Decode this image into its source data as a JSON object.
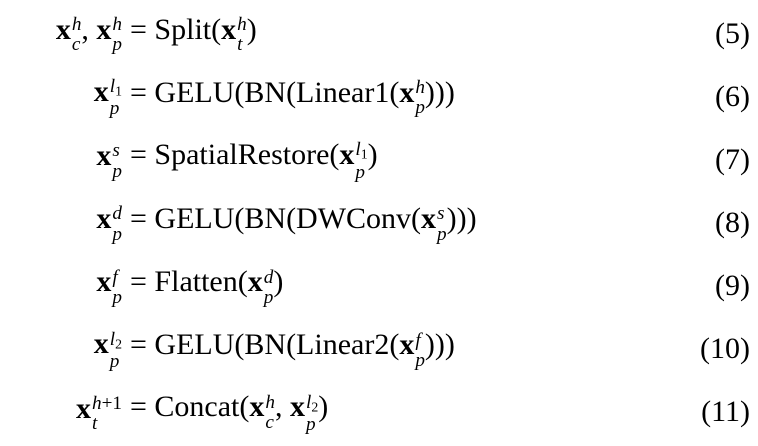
{
  "page": {
    "background": "#ffffff",
    "text_color": "#000000"
  },
  "equations": [
    {
      "number": "(5)",
      "lhs": [
        {
          "t": "v",
          "base": "x",
          "sup": "h",
          "sub": "c"
        },
        {
          "t": "t",
          "v": ", "
        },
        {
          "t": "v",
          "base": "x",
          "sup": "h",
          "sub": "p"
        }
      ],
      "rhs": [
        {
          "t": "t",
          "v": "= Split("
        },
        {
          "t": "v",
          "base": "x",
          "sup": "h",
          "sub": "t"
        },
        {
          "t": "t",
          "v": ")"
        }
      ]
    },
    {
      "number": "(6)",
      "lhs": [
        {
          "t": "v",
          "base": "x",
          "sup": {
            "b": "l",
            "s": "1"
          },
          "sub": "p"
        }
      ],
      "rhs": [
        {
          "t": "t",
          "v": "= GELU(BN(Linear1("
        },
        {
          "t": "v",
          "base": "x",
          "sup": "h",
          "sub": "p"
        },
        {
          "t": "t",
          "v": ")))"
        }
      ]
    },
    {
      "number": "(7)",
      "lhs": [
        {
          "t": "v",
          "base": "x",
          "sup": "s",
          "sub": "p"
        }
      ],
      "rhs": [
        {
          "t": "t",
          "v": "= SpatialRestore("
        },
        {
          "t": "v",
          "base": "x",
          "sup": {
            "b": "l",
            "s": "1"
          },
          "sub": "p"
        },
        {
          "t": "t",
          "v": ")"
        }
      ]
    },
    {
      "number": "(8)",
      "lhs": [
        {
          "t": "v",
          "base": "x",
          "sup": "d",
          "sub": "p"
        }
      ],
      "rhs": [
        {
          "t": "t",
          "v": "= GELU(BN(DWConv("
        },
        {
          "t": "v",
          "base": "x",
          "sup": "s",
          "sub": "p"
        },
        {
          "t": "t",
          "v": ")))"
        }
      ]
    },
    {
      "number": "(9)",
      "lhs": [
        {
          "t": "v",
          "base": "x",
          "sup": "f",
          "sub": "p"
        }
      ],
      "rhs": [
        {
          "t": "t",
          "v": "= Flatten("
        },
        {
          "t": "v",
          "base": "x",
          "sup": "d",
          "sub": "p"
        },
        {
          "t": "t",
          "v": ")"
        }
      ]
    },
    {
      "number": "(10)",
      "lhs": [
        {
          "t": "v",
          "base": "x",
          "sup": {
            "b": "l",
            "s": "2"
          },
          "sub": "p"
        }
      ],
      "rhs": [
        {
          "t": "t",
          "v": "= GELU(BN(Linear2("
        },
        {
          "t": "v",
          "base": "x",
          "sup": "f",
          "sub": "p"
        },
        {
          "t": "t",
          "v": ")))"
        }
      ]
    },
    {
      "number": "(11)",
      "lhs": [
        {
          "t": "v",
          "base": "x",
          "sup": "h+1",
          "sub": "t"
        }
      ],
      "rhs": [
        {
          "t": "t",
          "v": "= Concat("
        },
        {
          "t": "v",
          "base": "x",
          "sup": "h",
          "sub": "c"
        },
        {
          "t": "t",
          "v": ", "
        },
        {
          "t": "v",
          "base": "x",
          "sup": {
            "b": "l",
            "s": "2"
          },
          "sub": "p"
        },
        {
          "t": "t",
          "v": ")"
        }
      ]
    }
  ]
}
